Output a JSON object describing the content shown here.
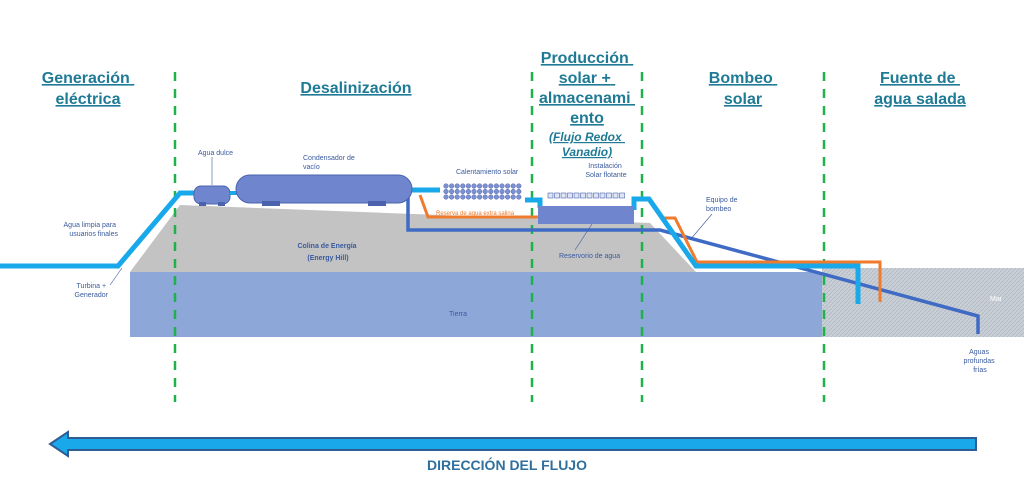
{
  "sections": {
    "generation": [
      "Generación",
      "eléctrica"
    ],
    "desalination": [
      "Desalinización"
    ],
    "production": [
      "Producción",
      "solar +",
      "almacenami",
      "ento"
    ],
    "production_sub": [
      "(Flujo Redox",
      "Vanadio)"
    ],
    "pumping": [
      "Bombeo",
      "solar"
    ],
    "source": [
      "Fuente de",
      "agua salada"
    ]
  },
  "labels": {
    "clean_water": [
      "Agua limpia para",
      "usuarios finales"
    ],
    "turbine": [
      "Turbina +",
      "Generador"
    ],
    "fresh_water": "Agua dulce",
    "condenser": [
      "Condensador de",
      "vacío"
    ],
    "solar_heating": "Calentamiento  solar",
    "floating_solar": [
      "Instalación",
      "Solar flotante"
    ],
    "extra_salty": "Reserva de agua extra salina",
    "energy_hill": [
      "Colina de Energía",
      "(Energy Hill)"
    ],
    "reservoir": "Reservorio de agua",
    "pumping_equipment": [
      "Equipo de",
      "bombeo"
    ],
    "earth": "Tierra",
    "sea": "Mar",
    "deep_water": [
      "Aguas",
      "profundas",
      "frías"
    ]
  },
  "flow_direction": "DIRECCIÓN DEL FLUJO",
  "colors": {
    "ground": "#8da8d8",
    "hill": "#c3c3c3",
    "light_pipe": "#19a9ea",
    "dark_pipe": "#3f6bc4",
    "orange_pipe": "#ef7b2d",
    "divider": "#1fb24a",
    "equipment": "#6f86cf",
    "arrow_fill": "#19a9ea",
    "arrow_stroke": "#2f5c94"
  }
}
